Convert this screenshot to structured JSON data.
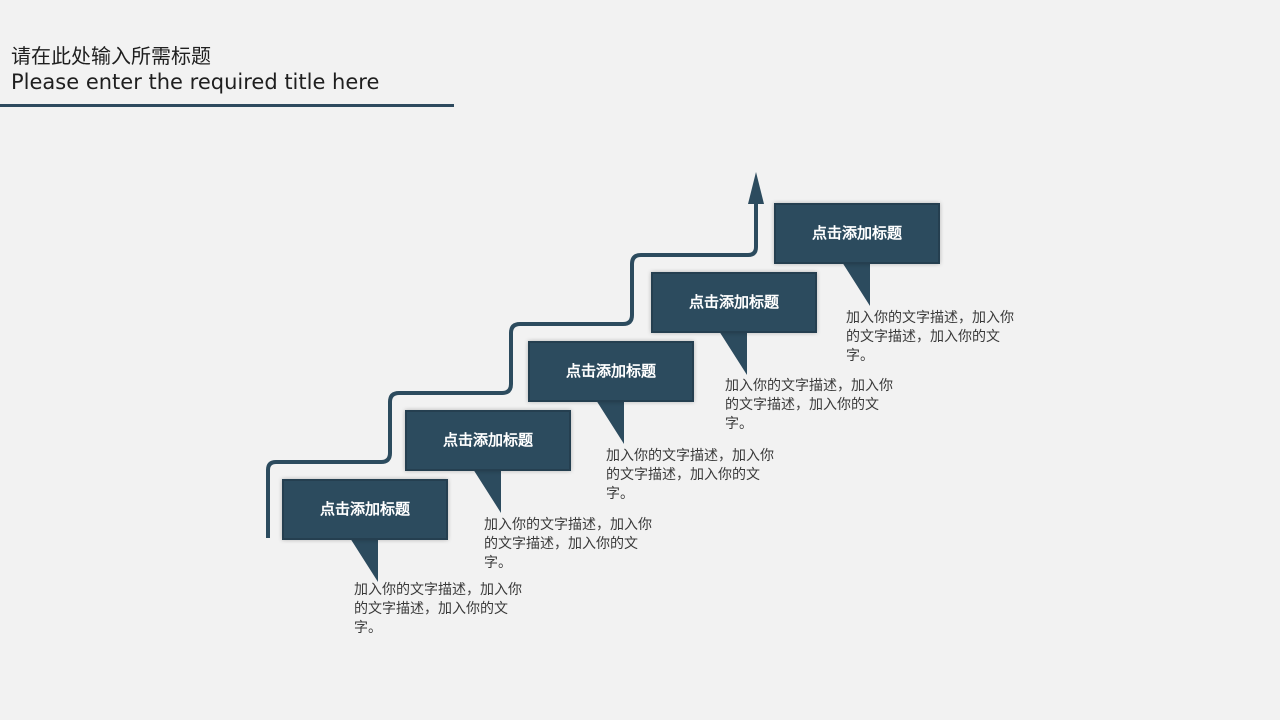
{
  "header": {
    "title_cn": "请在此处输入所需标题",
    "title_en": "Please enter the required title here"
  },
  "colors": {
    "accent": "#2c4b5e",
    "background": "#f2f2f2",
    "text": "#3a3a3a"
  },
  "steps": [
    {
      "title": "点击添加标题",
      "desc": "加入你的文字描述，加入你的文字描述，加入你的文字。"
    },
    {
      "title": "点击添加标题",
      "desc": "加入你的文字描述，加入你的文字描述，加入你的文字。"
    },
    {
      "title": "点击添加标题",
      "desc": "加入你的文字描述，加入你的文字描述，加入你的文字。"
    },
    {
      "title": "点击添加标题",
      "desc": "加入你的文字描述，加入你的文字描述，加入你的文字。"
    },
    {
      "title": "点击添加标题",
      "desc": "加入你的文字描述，加入你的文字描述，加入你的文字。"
    }
  ]
}
